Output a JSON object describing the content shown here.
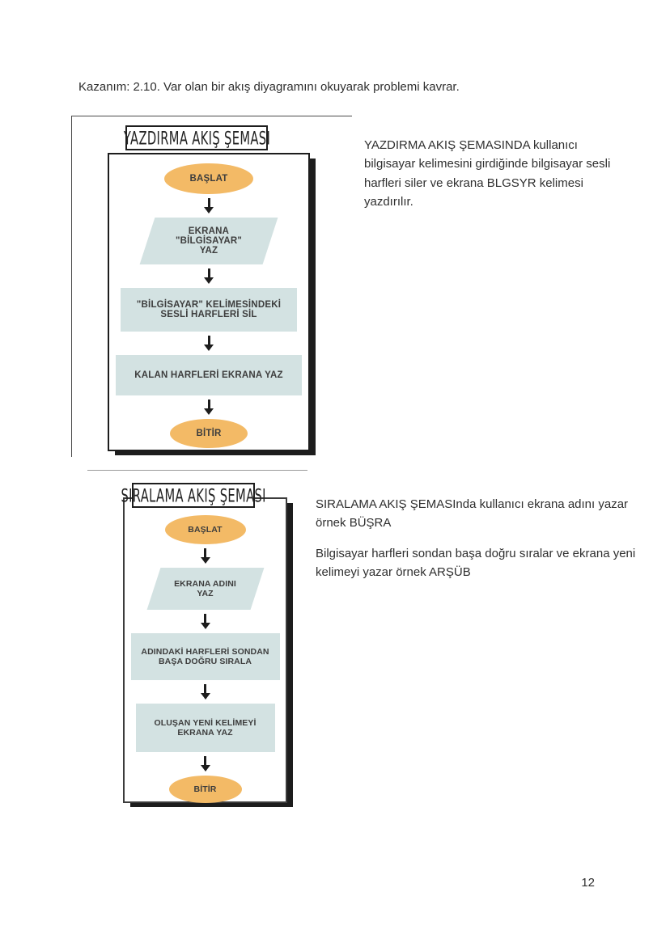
{
  "page": {
    "heading": "Kazanım: 2.10. Var olan bir akış diyagramını okuyarak problemi kavrar.",
    "page_number": "12"
  },
  "colors": {
    "terminal_fill": "#f3ba66",
    "process_fill": "#d3e2e2",
    "ink": "#1d1d1d",
    "shape_text": "#3d3d3d",
    "body_text": "#2f2f2f"
  },
  "chart1": {
    "title": "YAZDIRMA AKIŞ ŞEMASI",
    "nodes": [
      {
        "type": "terminal",
        "label": "BAŞLAT"
      },
      {
        "type": "io",
        "label": "EKRANA\n\"BİLGİSAYAR\"\nYAZ"
      },
      {
        "type": "process",
        "label": "\"BİLGİSAYAR\" KELİMESİNDEKİ\nSESLİ HARFLERİ SİL"
      },
      {
        "type": "process",
        "label": "KALAN HARFLERİ EKRANA YAZ"
      },
      {
        "type": "terminal",
        "label": "BİTİR"
      }
    ],
    "description": "YAZDIRMA AKIŞ ŞEMASINDA kullanıcı bilgisayar kelimesini girdiğinde bilgisayar sesli harfleri siler ve ekrana BLGSYR kelimesi yazdırılır."
  },
  "chart2": {
    "title": "SIRALAMA AKIŞ ŞEMASI",
    "nodes": [
      {
        "type": "terminal",
        "label": "BAŞLAT"
      },
      {
        "type": "io",
        "label": "EKRANA ADINI\nYAZ"
      },
      {
        "type": "process",
        "label": "ADINDAKİ HARFLERİ SONDAN\nBAŞA DOĞRU SIRALA"
      },
      {
        "type": "process",
        "label": "OLUŞAN YENİ KELİMEYİ\nEKRANA YAZ"
      },
      {
        "type": "terminal",
        "label": "BİTİR"
      }
    ],
    "description1": "SIRALAMA AKIŞ ŞEMASInda kullanıcı ekrana adını yazar örnek BÜŞRA",
    "description2": "Bilgisayar harfleri sondan başa doğru sıralar ve ekrana yeni kelimeyi yazar örnek ARŞÜB"
  }
}
